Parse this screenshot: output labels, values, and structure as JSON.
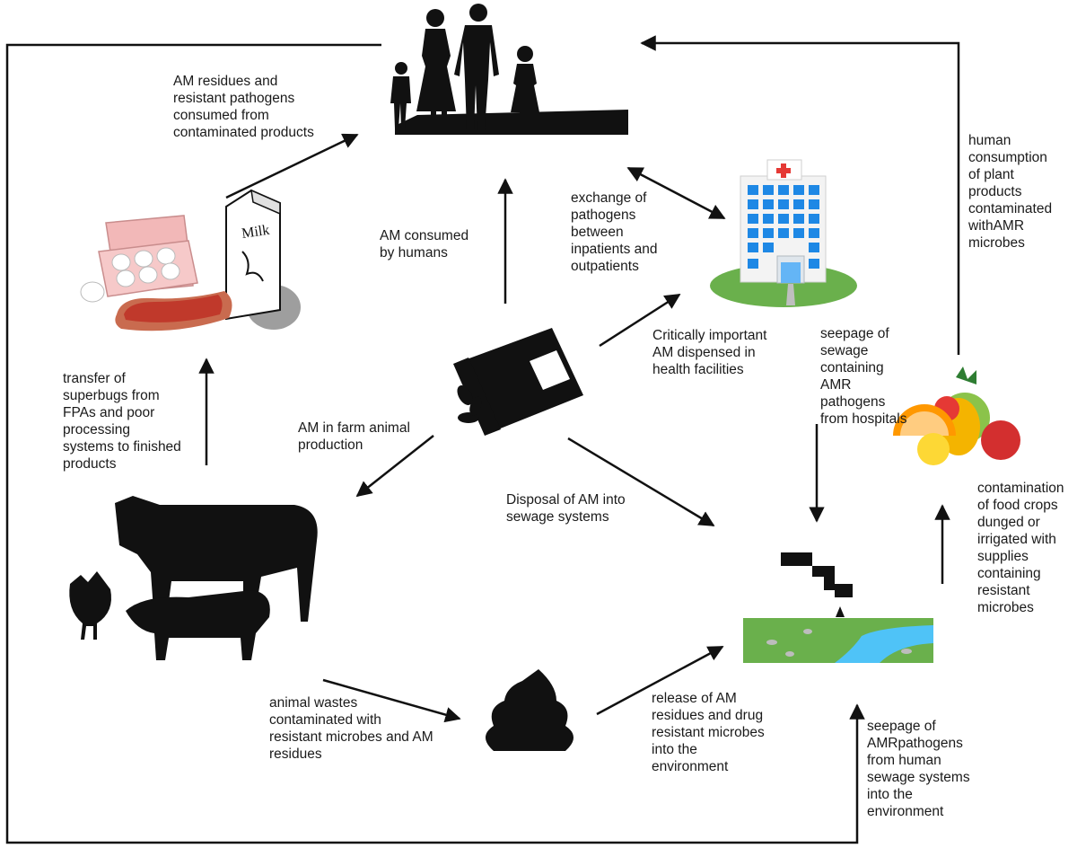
{
  "labels": {
    "residues_consumed": "AM residues and\nresistant pathogens\nconsumed from\ncontaminated products",
    "am_consumed_humans": "AM consumed\nby  humans",
    "exchange_pathogens": "exchange of\npathogens\nbetween\ninpatients and\noutpatients",
    "plant_consumption": "human\nconsumption\nof plant\nproducts\ncontaminated\nwithAMR\nmicrobes",
    "critically_important": "Critically important\nAM dispensed in\nhealth facilities",
    "seepage_hospitals": "seepage of\nsewage\ncontaining\nAMR\npathogens\nfrom hospitals",
    "transfer_superbugs": "transfer of\nsuperbugs from\nFPAs and poor\nprocessing\nsystems to finished\nproducts",
    "am_farm": "AM in farm animal\nproduction",
    "disposal_sewage": "Disposal of AM into\nsewage systems",
    "contamination_crops": "contamination\nof food crops\ndunged or\nirrigated with\nsupplies\ncontaining\nresistant\nmicrobes",
    "animal_wastes": "animal wastes\ncontaminated  with\nresistant microbes and AM\nresidues",
    "release_residues": "release of AM\nresidues and drug\nresistant microbes\ninto the\nenvironment",
    "seepage_human_sewage": "seepage of\nAMRpathogens\nfrom human\nsewage systems\ninto the\nenvironment"
  },
  "icons": {
    "milk_carton_text": "Milk",
    "colors": {
      "silhouette": "#111111",
      "hospital_cross": "#e53935",
      "window": "#1e88e5",
      "grass": "#6ab04c",
      "water": "#4fc3f7",
      "meat": "#c0392b",
      "egg_carton": "#f2b8b8"
    }
  }
}
